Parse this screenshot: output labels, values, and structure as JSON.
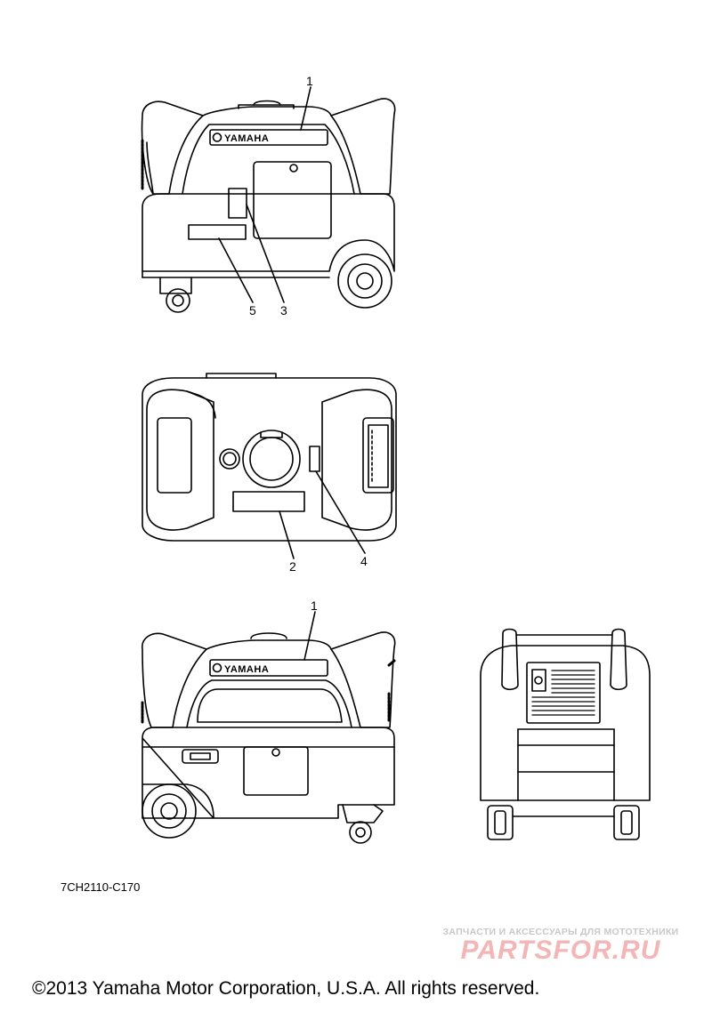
{
  "views": {
    "left_side": {
      "brand_text": "YAMAHA",
      "callouts": [
        "1",
        "5",
        "3"
      ]
    },
    "top": {
      "callouts": [
        "2",
        "4"
      ]
    },
    "right_side": {
      "brand_text": "YAMAHA",
      "callouts": [
        "1"
      ]
    },
    "rear": {}
  },
  "part_code": "7CH2110-C170",
  "watermark": {
    "tagline": "ЗАПЧАСТИ И АКСЕССУАРЫ ДЛЯ МОТОТЕХНИКИ",
    "logo": "PARTSFOR.RU"
  },
  "copyright": "©2013 Yamaha Motor Corporation, U.S.A. All rights reserved."
}
